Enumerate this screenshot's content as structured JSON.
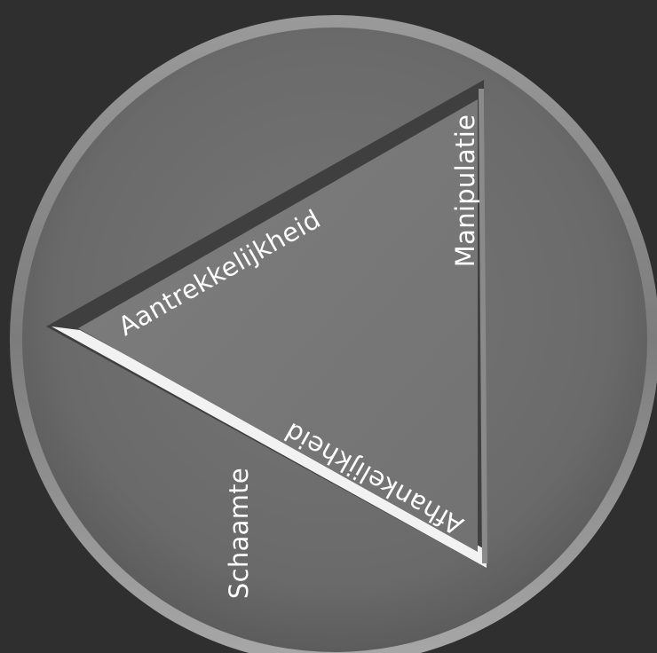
{
  "diagram": {
    "labels": {
      "left_edge": "Aantrekkelijkheid",
      "right_edge": "Manipulatie",
      "bottom_edge": "Afhankelijkheid",
      "outside": "Schaamte"
    },
    "colors": {
      "background": "#2f2f2f",
      "disc": "#6e6e6e",
      "disc_rim": "#8c8c8c",
      "triangle": "#7a7a7a",
      "label": "#ffffff"
    }
  }
}
